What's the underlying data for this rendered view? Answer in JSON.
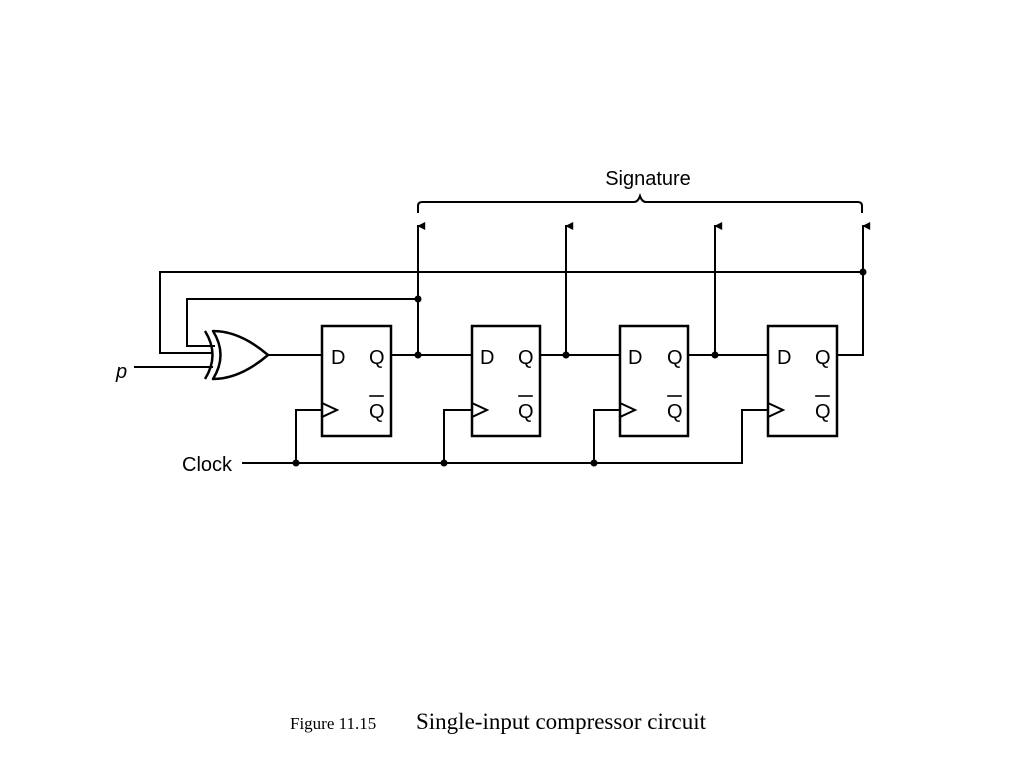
{
  "diagram": {
    "signature_label": "Signature",
    "input_label": "p",
    "clock_label": "Clock",
    "flipflops": [
      {
        "d_label": "D",
        "q_label": "Q",
        "qbar_label": "Q"
      },
      {
        "d_label": "D",
        "q_label": "Q",
        "qbar_label": "Q"
      },
      {
        "d_label": "D",
        "q_label": "Q",
        "qbar_label": "Q"
      },
      {
        "d_label": "D",
        "q_label": "Q",
        "qbar_label": "Q"
      }
    ]
  },
  "caption": {
    "figure_number": "Figure 11.15",
    "title": "Single-input compressor circuit"
  }
}
